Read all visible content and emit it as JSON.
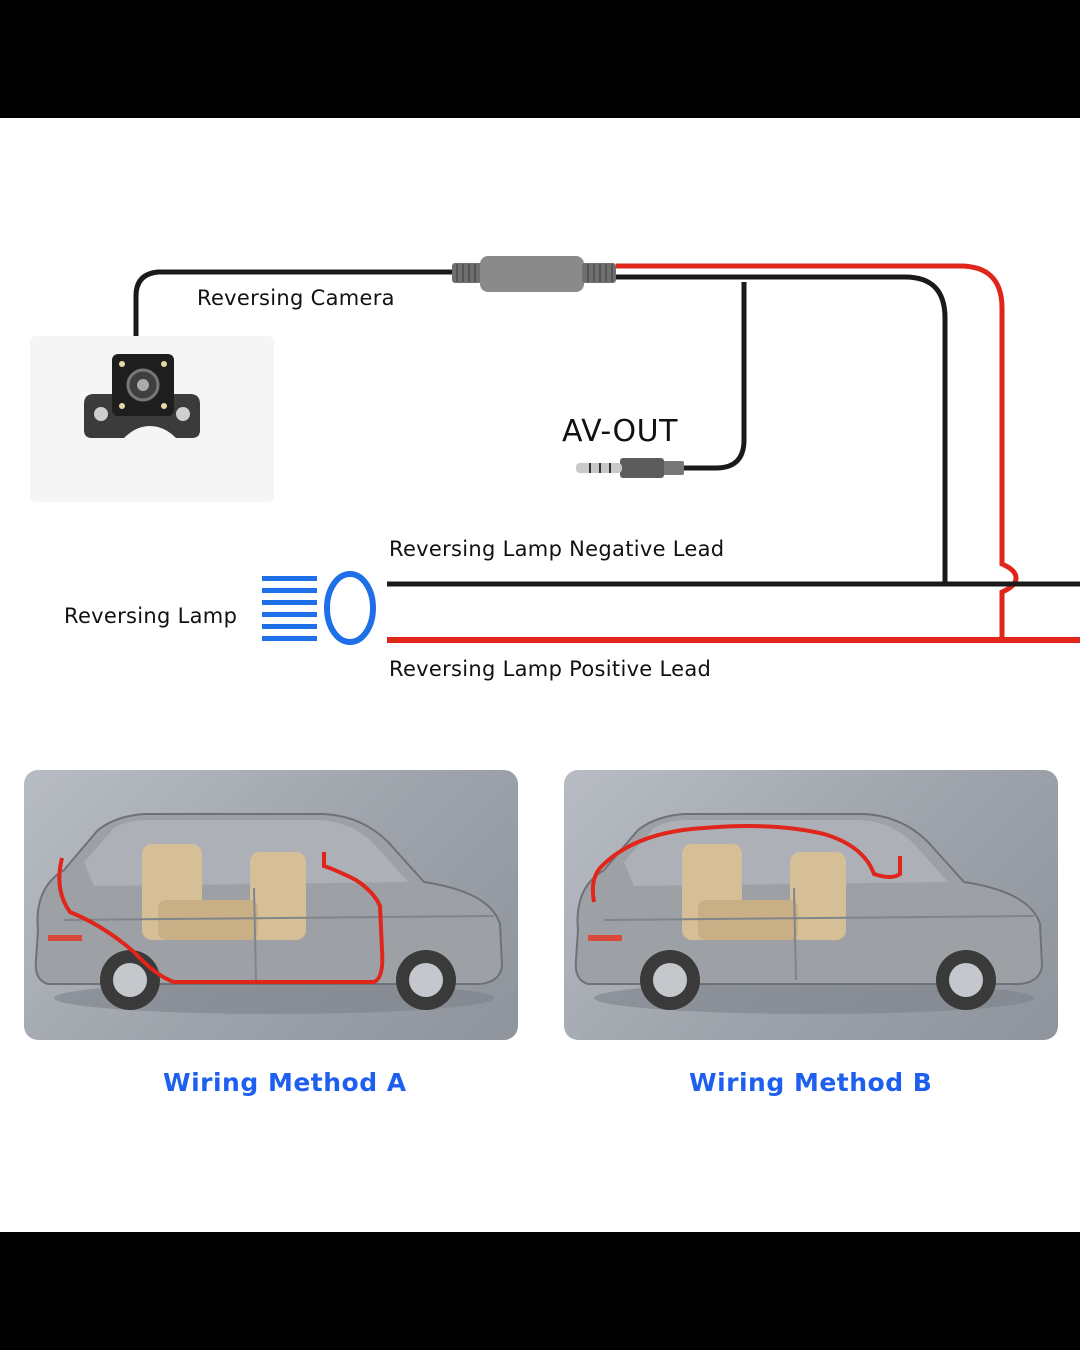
{
  "diagram": {
    "labels": {
      "reversing_camera": "Reversing Camera",
      "av_out": "AV-OUT",
      "negative_lead": "Reversing Lamp Negative Lead",
      "positive_lead": "Reversing Lamp Positive Lead",
      "reversing_lamp": "Reversing Lamp"
    },
    "colors": {
      "positive_wire": "#e0251b",
      "negative_wire": "#1a1a1a",
      "lamp_icon": "#1f6fe8",
      "caption": "#1e5ff0"
    },
    "icons": [
      "camera-icon",
      "av-jack-icon",
      "lamp-icon",
      "car-cutaway-icon"
    ]
  },
  "methods": [
    {
      "caption": "Wiring Method A"
    },
    {
      "caption": "Wiring Method B"
    }
  ]
}
